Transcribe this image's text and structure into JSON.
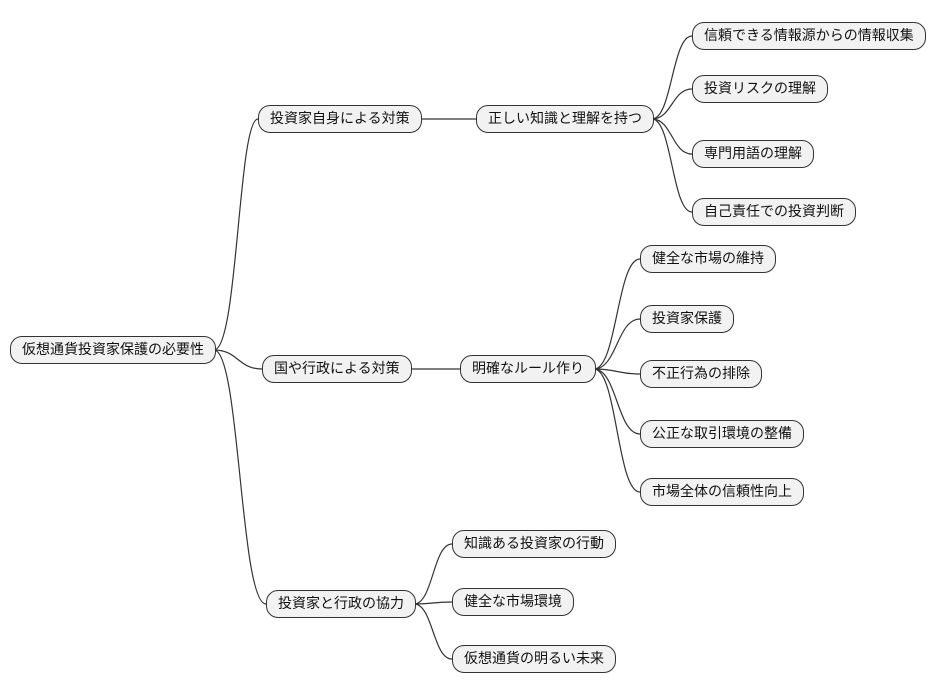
{
  "diagram": {
    "type": "mindmap",
    "colors": {
      "node_fill": "#f2f2f2",
      "node_border": "#333333",
      "edge": "#333333",
      "background": "#ffffff"
    },
    "root": {
      "label": "仮想通貨投資家保護の必要性"
    },
    "branches": [
      {
        "label": "投資家自身による対策",
        "child": {
          "label": "正しい知識と理解を持つ"
        },
        "leaves": [
          {
            "label": "信頼できる情報源からの情報収集"
          },
          {
            "label": "投資リスクの理解"
          },
          {
            "label": "専門用語の理解"
          },
          {
            "label": "自己責任での投資判断"
          }
        ]
      },
      {
        "label": "国や行政による対策",
        "child": {
          "label": "明確なルール作り"
        },
        "leaves": [
          {
            "label": "健全な市場の維持"
          },
          {
            "label": "投資家保護"
          },
          {
            "label": "不正行為の排除"
          },
          {
            "label": "公正な取引環境の整備"
          },
          {
            "label": "市場全体の信頼性向上"
          }
        ]
      },
      {
        "label": "投資家と行政の協力",
        "leaves": [
          {
            "label": "知識ある投資家の行動"
          },
          {
            "label": "健全な市場環境"
          },
          {
            "label": "仮想通貨の明るい未来"
          }
        ]
      }
    ]
  }
}
